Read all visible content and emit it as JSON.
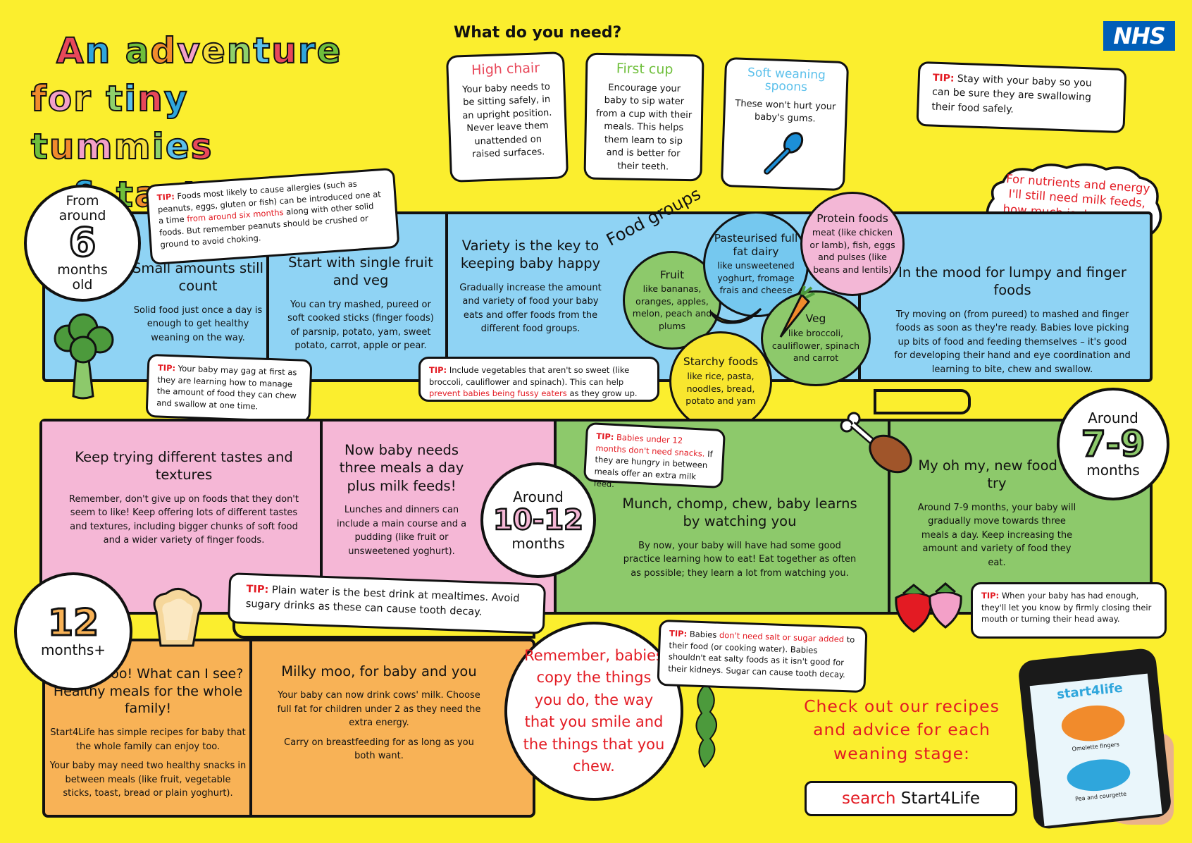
{
  "title": {
    "lines": [
      "An adventure",
      "for tiny tummies",
      "& taste buds"
    ],
    "colors": [
      "#e8485a",
      "#2fa6dc",
      "#6fbf3b",
      "#f18b2c",
      "#f3a0c8",
      "#f6dd3e",
      "#8fd16b",
      "#5bc0eb"
    ]
  },
  "logo": "NHS",
  "need": {
    "heading": "What do you need?",
    "cards": [
      {
        "title": "High chair",
        "title_color": "#e8485a",
        "text": "Your baby needs to be sitting safely, in an upright position. Never leave them unattended on raised surfaces."
      },
      {
        "title": "First cup",
        "title_color": "#6fbf3b",
        "text": "Encourage your baby to sip water from a cup with their meals. This helps them learn to sip and is better for their teeth."
      },
      {
        "title": "Soft weaning spoons",
        "title_color": "#5bc0eb",
        "text": "These won't hurt your baby's gums.",
        "icon": "spoon-icon"
      }
    ]
  },
  "tips": {
    "stay": {
      "label": "TIP:",
      "text": "Stay with your baby so you can be sure they are swallowing their food safely."
    },
    "allergy": {
      "label": "TIP:",
      "t1": "Foods most likely to cause allergies (such as peanuts, eggs, gluten or fish) can be introduced one at a time",
      "red": "from around six months",
      "t2": "along with other solid foods. But remember peanuts should be crushed or ground to avoid choking."
    },
    "gag": {
      "label": "TIP:",
      "text": "Your baby may gag at first as they are learning how to manage the amount of food they can chew and swallow at one time."
    },
    "veg": {
      "label": "TIP:",
      "t1": "Include vegetables that aren't so sweet (like broccoli, cauliflower and spinach). This can help",
      "red": "prevent babies being fussy eaters",
      "t2": "as they grow up."
    },
    "snacks": {
      "label": "TIP:",
      "red": "Babies under 12 months don't need snacks.",
      "t2": "If they are hungry in between meals offer an extra milk feed."
    },
    "water": {
      "label": "TIP:",
      "text": "Plain water is the best drink at mealtimes. Avoid sugary drinks as these can cause tooth decay."
    },
    "enough": {
      "label": "TIP:",
      "text": "When your baby has had enough, they'll let you know by firmly closing their mouth or turning their head away."
    },
    "salt": {
      "label": "TIP:",
      "t1": "Babies",
      "red": "don't need salt or sugar added",
      "t2": "to their food (or cooking water). Babies shouldn't eat salty foods as it isn't good for their kidneys. Sugar can cause tooth decay."
    }
  },
  "cloud": "For nutrients and energy I'll still need milk feeds, how much is down to the individual's needs!",
  "ages": {
    "six": {
      "top": "From around",
      "num": "6",
      "bottom": "months old"
    },
    "seven": {
      "top": "Around",
      "num": "7-9",
      "bottom": "months"
    },
    "ten": {
      "top": "Around",
      "num": "10-12",
      "bottom": "months"
    },
    "twelve": {
      "num": "12",
      "bottom": "months+"
    }
  },
  "band1": {
    "small": {
      "title": "Small amounts still count",
      "text": "Solid food just once a day is enough to get healthy weaning on the way."
    },
    "single": {
      "title": "Start with single fruit and veg",
      "text": "You can try mashed, pureed or soft cooked sticks (finger foods) of parsnip, potato, yam, sweet potato, carrot, apple or pear."
    },
    "variety": {
      "title": "Variety is the key to keeping baby happy",
      "text": "Gradually increase the amount and variety of food your baby eats and offer foods from the different food groups."
    },
    "lumpy": {
      "title": "In the mood for lumpy and finger foods",
      "text": "Try moving on (from pureed) to mashed and finger foods as soon as they're ready. Babies love picking up bits of food and feeding themselves – it's good for developing their hand and eye coordination and learning to bite, chew and swallow."
    }
  },
  "food_groups": {
    "heading": "Food groups",
    "items": [
      {
        "name": "Fruit",
        "text": "like bananas, oranges, apples, melon, peach and plums",
        "color": "#8dc96b"
      },
      {
        "name": "Pasteurised full fat dairy",
        "text": "like unsweetened yoghurt, fromage frais and cheese",
        "color": "#75c8ef"
      },
      {
        "name": "Protein foods",
        "text": "meat (like chicken or lamb), fish, eggs and pulses (like beans and lentils)",
        "color": "#f3b7d6"
      },
      {
        "name": "Veg",
        "text": "like broccoli, cauliflower, spinach and carrot",
        "color": "#8dc96b"
      },
      {
        "name": "Starchy foods",
        "text": "like rice, pasta, noodles, bread, potato and yam",
        "color": "#f8e62e"
      }
    ]
  },
  "band2": {
    "keep": {
      "title": "Keep trying different tastes and textures",
      "text": "Remember, don't give up on foods that they don't seem to like! Keep offering lots of different tastes and textures, including bigger chunks of soft food and a wider variety of finger foods."
    },
    "three": {
      "title": "Now baby needs three meals a day plus milk feeds!",
      "text": "Lunches and dinners can include a main course and a pudding (like fruit or unsweetened yoghurt)."
    },
    "munch": {
      "title": "Munch, chomp, chew, baby learns by watching you",
      "text": "By now, your baby will have had some good practice learning how to eat! Eat together as often as possible; they learn a lot from watching you."
    },
    "myoh": {
      "title": "My oh my, new food to try",
      "text": "Around 7-9 months, your baby will gradually move towards three meals a day. Keep increasing the amount and variety of food they eat."
    }
  },
  "band3": {
    "peek": {
      "title": "Peek-a-boo! What can I see? Healthy meals for the whole family!",
      "text1": "Start4Life has simple recipes for baby that the whole family can enjoy too.",
      "text2": "Your baby may need two healthy snacks in between meals (like fruit, vegetable sticks, toast, bread or plain yoghurt)."
    },
    "milky": {
      "title": "Milky moo, for baby and you",
      "text1": "Your baby can now drink cows' milk. Choose full fat for children under 2 as they need the extra energy.",
      "text2": "Carry on breastfeeding for as long as you both want."
    }
  },
  "remember": "Remember, babies copy the things you do, the way that you smile and the things that you chew.",
  "cta": {
    "text": "Check out our recipes and advice for each weaning stage:",
    "search_word": "search",
    "search_brand": "Start4Life"
  },
  "phone": {
    "brand": "start4life",
    "caption1": "Omelette fingers",
    "caption2": "Pea and courgette"
  },
  "colors": {
    "yellow": "#fbee2e",
    "blue": "#8fd3f4",
    "green": "#8dc96b",
    "pink": "#f5b7d6",
    "orange": "#f8b256",
    "red": "#e31b23",
    "nhs_blue": "#005eb8"
  }
}
